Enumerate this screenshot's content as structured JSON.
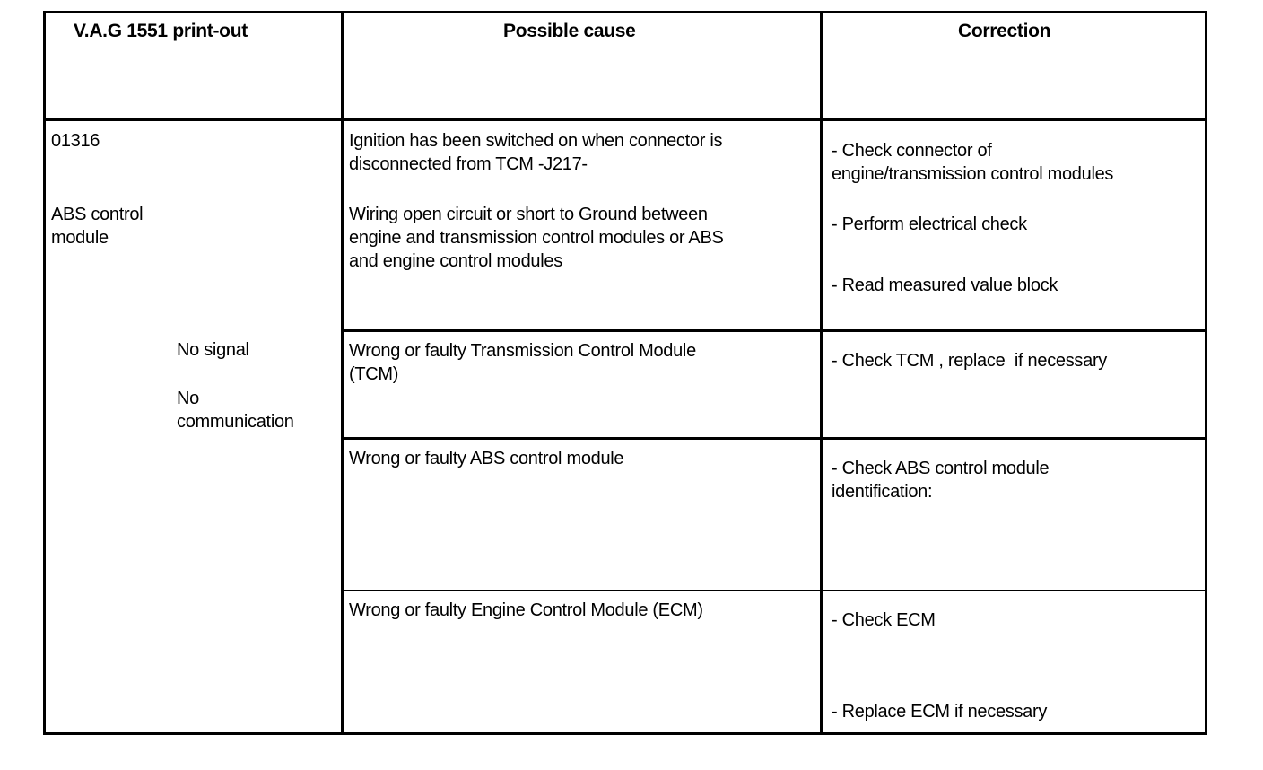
{
  "header": {
    "col1": "V.A.G 1551 print-out",
    "col2": "Possible cause",
    "col3": "Correction"
  },
  "printout": {
    "code": "01316",
    "component_line1": "ABS control",
    "component_line2": "module",
    "status1": "No signal",
    "status2_line1": "No",
    "status2_line2": "communication"
  },
  "rows": [
    {
      "cause_lines": [
        "Ignition has been switched on when connector is",
        "disconnected from TCM -J217-",
        "Wiring open circuit or short to Ground between",
        "engine and transmission control modules or ABS",
        "and engine control modules"
      ],
      "correction_lines": [
        "- Check connector of",
        "engine/transmission control modules",
        "- Perform electrical check",
        "- Read measured value block"
      ]
    },
    {
      "cause_lines": [
        "Wrong or faulty Transmission Control Module",
        "(TCM)"
      ],
      "correction_lines": [
        "- Check TCM , replace  if necessary"
      ]
    },
    {
      "cause_lines": [
        "Wrong or faulty ABS control module"
      ],
      "correction_lines": [
        "- Check ABS control module",
        "identification:"
      ]
    },
    {
      "cause_lines": [
        "Wrong or faulty Engine Control Module (ECM)"
      ],
      "correction_lines": [
        "- Check ECM",
        "- Replace ECM if necessary"
      ]
    }
  ]
}
